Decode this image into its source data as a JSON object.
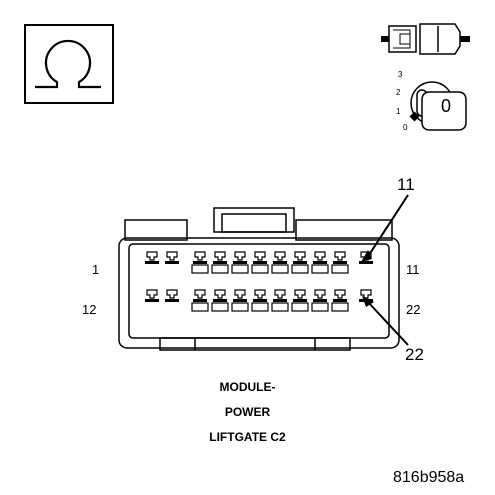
{
  "ohm_symbol": {
    "glyph": "Ω",
    "icon": "ohmmeter-icon"
  },
  "key_switch": {
    "icon": "ignition-key-icon",
    "positions": [
      "3",
      "2",
      "1",
      "0"
    ],
    "key_label": "0"
  },
  "connector": {
    "pin_labels": {
      "left_top": "1",
      "left_bottom": "12",
      "right_top": "11",
      "right_bottom": "22"
    },
    "callouts": {
      "top": "11",
      "bottom": "22"
    },
    "title_lines": [
      "MODULE-",
      "POWER",
      "LIFTGATE C2"
    ]
  },
  "reference_code": "816b958a"
}
